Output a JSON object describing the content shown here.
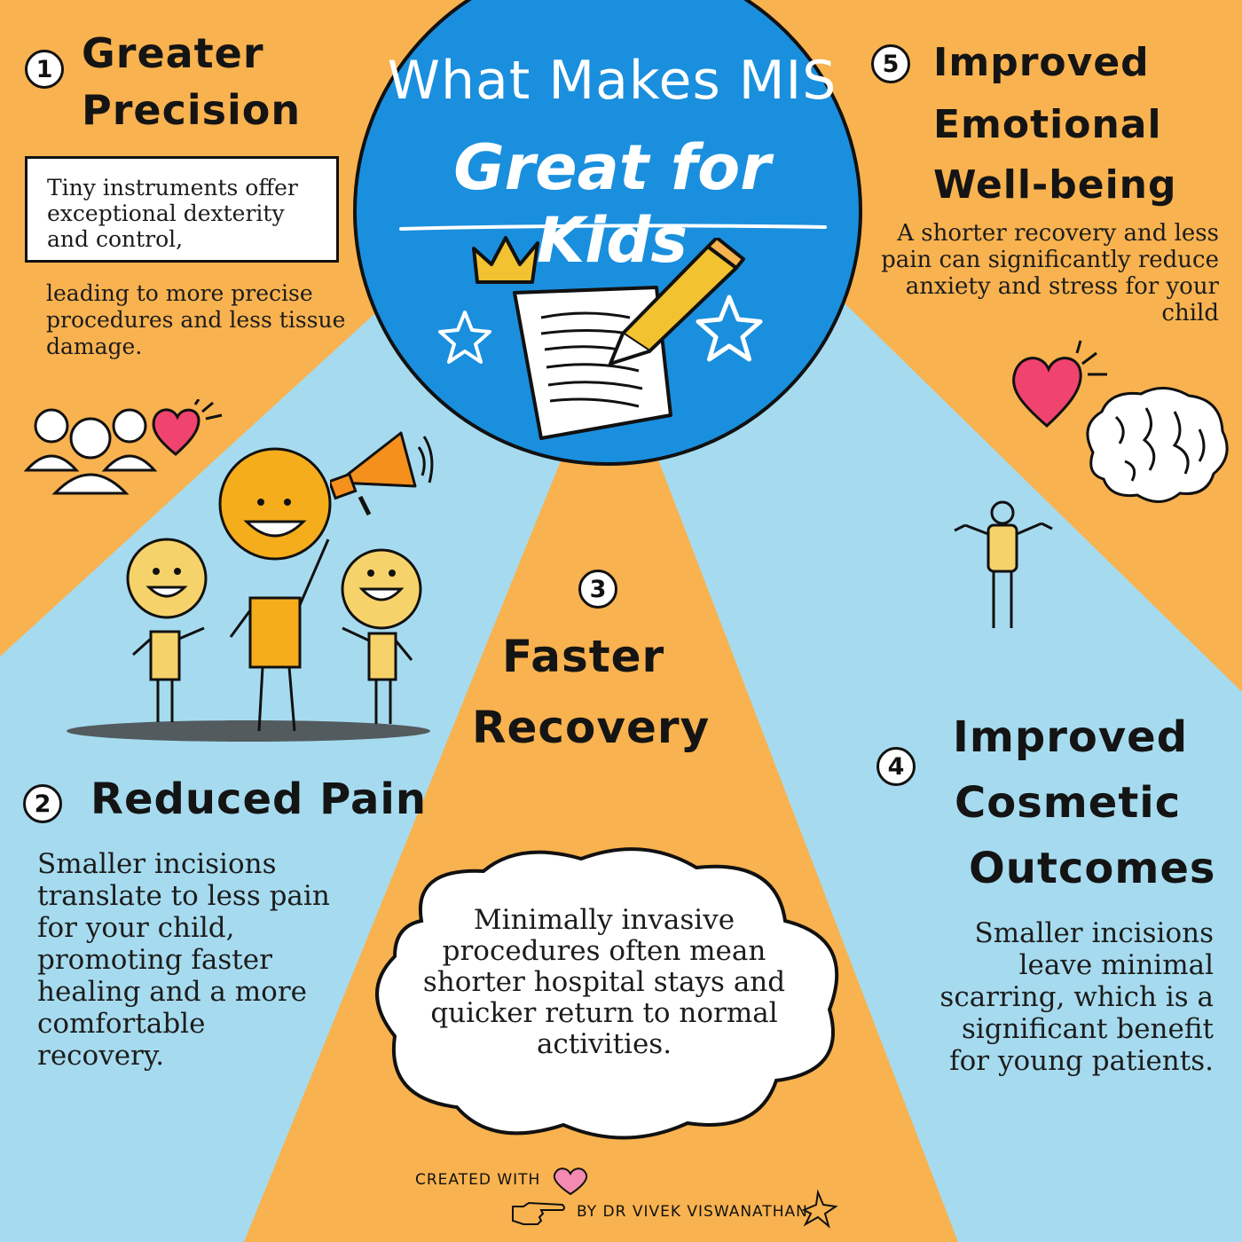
{
  "header": {
    "title_line1": "What Makes MIS",
    "title_line2": "Great for Kids"
  },
  "sections": [
    {
      "number": "1",
      "title_line1": "Greater",
      "title_line2": "Precision",
      "box_text": "Tiny instruments offer exceptional dexterity and control,",
      "text": "leading to more precise procedures and less tissue damage."
    },
    {
      "number": "2",
      "title": "Reduced Pain",
      "text": "Smaller incisions translate to less pain for your child, promoting faster healing and a more comfortable recovery."
    },
    {
      "number": "3",
      "title_line1": "Faster",
      "title_line2": "Recovery",
      "text": "Minimally invasive procedures often mean shorter hospital stays and quicker return to normal activities."
    },
    {
      "number": "4",
      "title_line1": "Improved",
      "title_line2": "Cosmetic",
      "title_line3": "Outcomes",
      "text": "Smaller incisions leave minimal scarring, which is a significant benefit for young patients."
    },
    {
      "number": "5",
      "title_line1": "Improved",
      "title_line2": "Emotional",
      "title_line3": "Well-being",
      "text": "A shorter recovery and less pain can significantly reduce anxiety and stress for your child"
    }
  ],
  "footer": {
    "created_with": "Created with",
    "byline": "by Dr Vivek Viswanathan"
  },
  "colors": {
    "orange": "#f8b24f",
    "light_blue": "#a6dbef",
    "circle_blue": "#1a8fde",
    "yellow": "#f2c230",
    "heart_pink": "#f0436e"
  },
  "icons": [
    "crown-icon",
    "paper-icon",
    "pencil-icon",
    "star-icon",
    "people-icon",
    "heart-icon",
    "megaphone-icon",
    "smiley-icon",
    "brain-icon",
    "figure-icon",
    "pointing-hand-icon"
  ]
}
